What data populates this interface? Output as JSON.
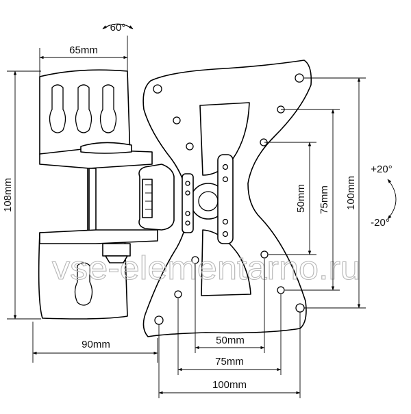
{
  "dimensions": {
    "bracket_width": "65mm",
    "bracket_height": "108mm",
    "depth": "90mm",
    "vesa_small_h": "50mm",
    "vesa_mid_h": "75mm",
    "vesa_large_h": "100mm",
    "vesa_small_v": "50mm",
    "vesa_mid_v": "75mm",
    "vesa_large_v": "100mm"
  },
  "angles": {
    "swivel": "60°",
    "tilt_up": "+20°",
    "tilt_down": "-20°"
  },
  "watermark": "vse-elementarno.ru"
}
